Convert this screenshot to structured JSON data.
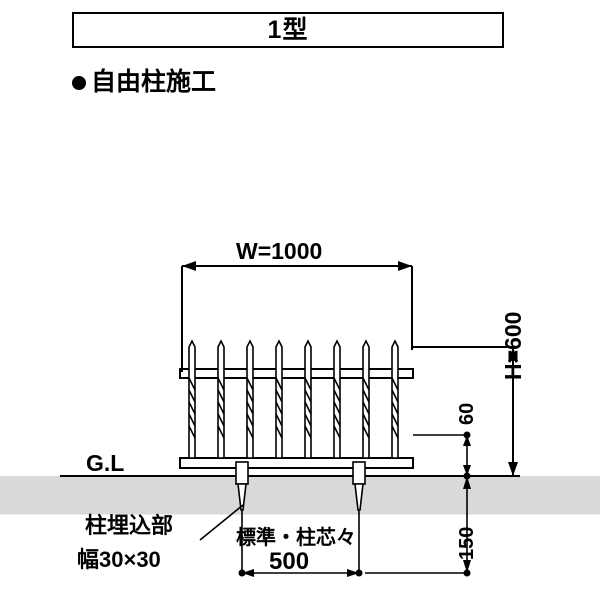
{
  "header": {
    "title": "1型",
    "subtitle": "自由柱施工",
    "bullet_icon": "filled-circle-icon"
  },
  "diagram": {
    "labels": {
      "width_dimension": "W=1000",
      "height_dimension": "H=600",
      "ground_line": "G.L",
      "embed_depth": "150",
      "above_ground_offset": "60",
      "post_embed_part_line1": "柱埋込部",
      "post_embed_part_line2": "幅30×30",
      "standard_pitch_label": "標準・柱芯々",
      "standard_pitch_value": "500"
    },
    "colors": {
      "line": "#000000",
      "ground_fill": "#d9d9d9",
      "fence_fill": "#ffffff"
    },
    "fence": {
      "picket_count": 8
    }
  }
}
